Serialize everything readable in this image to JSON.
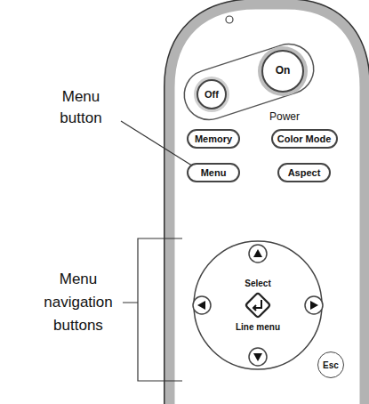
{
  "diagram": {
    "nodes": [
      {
        "text": [
          "On"
        ]
      },
      {
        "text": [
          "Off"
        ]
      },
      {
        "text": [
          "Memory"
        ]
      },
      {
        "text": [
          "Color Mode"
        ]
      },
      {
        "text": [
          "Menu"
        ]
      },
      {
        "text": [
          "Aspect"
        ]
      },
      {
        "text": [
          "Select",
          "Line menu"
        ]
      },
      {
        "text": [
          "Esc"
        ]
      }
    ],
    "labels": [
      "Power",
      "Menu button",
      "Menu navigation buttons"
    ]
  }
}
